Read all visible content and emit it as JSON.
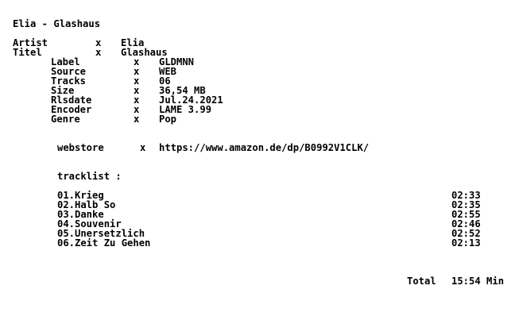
{
  "title": "Elia - Glashaus",
  "sep": "x",
  "top_fields": [
    {
      "label": "Artist",
      "value": "Elia"
    },
    {
      "label": "Titel",
      "value": "Glashaus"
    }
  ],
  "info_fields": [
    {
      "label": "Label",
      "value": "GLDMNN"
    },
    {
      "label": "Source",
      "value": "WEB"
    },
    {
      "label": "Tracks",
      "value": "06"
    },
    {
      "label": "Size",
      "value": "36,54 MB"
    },
    {
      "label": "Rlsdate",
      "value": "Jul.24.2021"
    },
    {
      "label": "Encoder",
      "value": "LAME 3.99"
    },
    {
      "label": "Genre",
      "value": "Pop"
    }
  ],
  "webstore": {
    "label": "webstore",
    "value": "https://www.amazon.de/dp/B0992V1CLK/"
  },
  "tracklist_heading": "tracklist :",
  "tracks": [
    {
      "name": "01.Krieg",
      "time": "02:33"
    },
    {
      "name": "02.Halb So",
      "time": "02:35"
    },
    {
      "name": "03.Danke",
      "time": "02:55"
    },
    {
      "name": "04.Souvenir",
      "time": "02:46"
    },
    {
      "name": "05.Unersetzlich",
      "time": "02:52"
    },
    {
      "name": "06.Zeit Zu Gehen",
      "time": "02:13"
    }
  ],
  "total": {
    "label": "Total",
    "value": "15:54 Min"
  }
}
